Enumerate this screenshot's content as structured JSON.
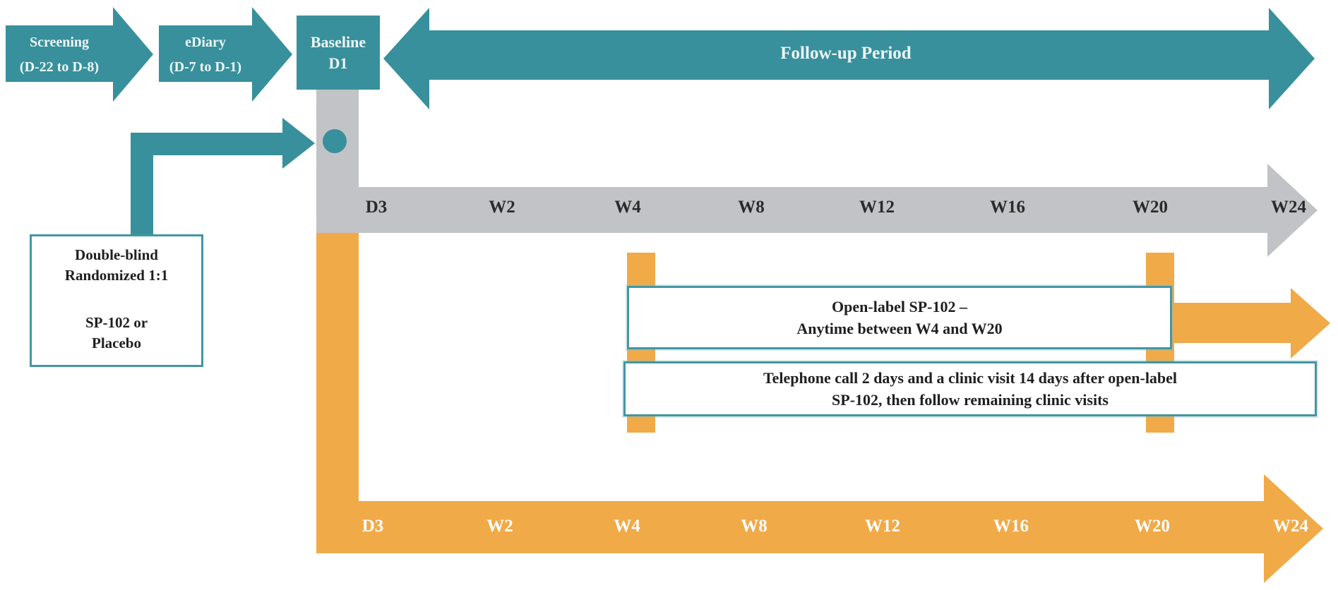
{
  "colors": {
    "teal": "#38909c",
    "teal-border": "#4496a2",
    "orange": "#f0aa48",
    "gray": "#c1c3c6"
  },
  "phases": {
    "screening": {
      "line1": "Screening",
      "line2": "(D-22 to D-8)"
    },
    "ediary": {
      "line1": "eDiary",
      "line2": "(D-7 to D-1)"
    },
    "baseline": {
      "line1": "Baseline",
      "line2": "D1"
    },
    "followup": {
      "label": "Follow-up Period"
    }
  },
  "randomization_box": {
    "line1": "Double-blind",
    "line2": "Randomized 1:1",
    "line3": "SP-102 or",
    "line4": "Placebo"
  },
  "open_label_box": {
    "line1": "Open-label SP-102 –",
    "line2": "Anytime between W4 and W20"
  },
  "telephone_box": {
    "line1": "Telephone call 2 days and a clinic visit 14 days after open-label",
    "line2": "SP-102, then follow remaining clinic visits"
  },
  "gray_timeline": {
    "labels": [
      "D3",
      "W2",
      "W4",
      "W8",
      "W12",
      "W16",
      "W20",
      "W24"
    ]
  },
  "orange_timeline": {
    "labels": [
      "D3",
      "W2",
      "W4",
      "W8",
      "W12",
      "W16",
      "W20",
      "W24"
    ]
  }
}
